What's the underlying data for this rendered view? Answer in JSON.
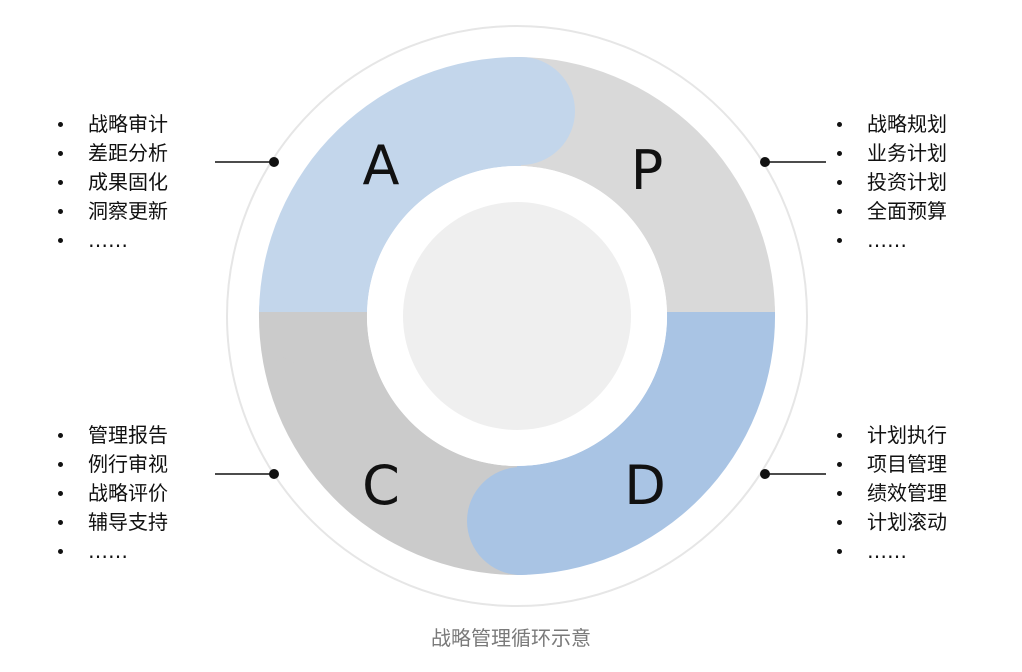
{
  "caption": "战略管理循环示意",
  "quadrants": {
    "A": {
      "letter": "A",
      "items": [
        "战略审计",
        "差距分析",
        "成果固化",
        "洞察更新",
        "……"
      ]
    },
    "P": {
      "letter": "P",
      "items": [
        "战略规划",
        "业务计划",
        "投资计划",
        "全面预算",
        "……"
      ]
    },
    "C": {
      "letter": "C",
      "items": [
        "管理报告",
        "例行审视",
        "战略评价",
        "辅导支持",
        "……"
      ]
    },
    "D": {
      "letter": "D",
      "items": [
        "计划执行",
        "项目管理",
        "绩效管理",
        "计划滚动",
        "……"
      ]
    }
  },
  "colors": {
    "A": "#c3d6eb",
    "P": "#d9d9d9",
    "C": "#cbcbcb",
    "D": "#a9c4e4",
    "outer_ring": "#e6e6e6",
    "center": "#efefef",
    "connector": "#111111"
  }
}
